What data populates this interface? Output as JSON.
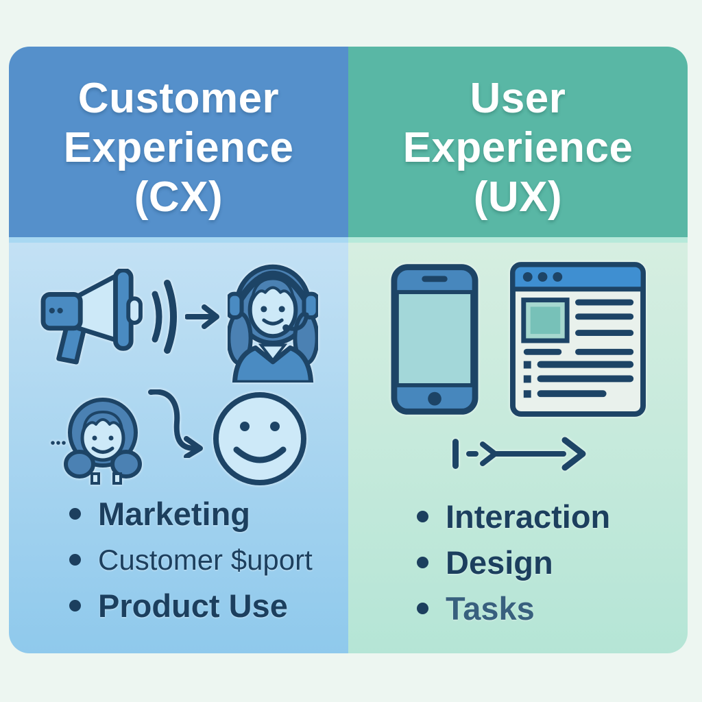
{
  "colors": {
    "page_bg": "#edf6f1",
    "cx_header_bg": "#5590cb",
    "ux_header_bg": "#59b7a5",
    "cx_strip": "#a8d8f2",
    "cx_body_top": "#c3e1f4",
    "cx_body_bottom": "#8fc9ec",
    "ux_strip": "#b6e9da",
    "ux_body_top": "#d6eee1",
    "ux_body_bottom": "#b5e5d6",
    "header_text": "#ffffff",
    "text_navy": "#1c3f5e",
    "navy": "#1d4466",
    "mid_blue": "#4a8bc2",
    "hair_blue": "#4b81b3",
    "light_blue": "#cde9f8",
    "phone_blue": "#4787bd",
    "screen_teal": "#a3d7d9",
    "browser_bar_blue": "#3f8fd1",
    "browser_bg": "#e9f1ec",
    "image_teal": "#77c1b8",
    "image_frame_teal": "#a6d8cf"
  },
  "cx_column": {
    "title_lines": [
      "Customer",
      "Experience",
      "(CX)"
    ],
    "icons": [
      "megaphone-icon",
      "sound-waves-icon",
      "arrow-right-icon",
      "support-agent-icon",
      "ellipsis-icon",
      "customer-face-icon",
      "curved-arrow-icon",
      "smiley-face-icon"
    ],
    "bullets": [
      "Marketing",
      "Customer $uport",
      "Product Use"
    ]
  },
  "ux_column": {
    "title_lines": [
      "User",
      "Experience",
      "(UX)"
    ],
    "icons": [
      "smartphone-icon",
      "browser-window-icon",
      "flow-arrow-icon"
    ],
    "bullets": [
      "Interaction",
      "Design",
      "Tasks"
    ]
  }
}
